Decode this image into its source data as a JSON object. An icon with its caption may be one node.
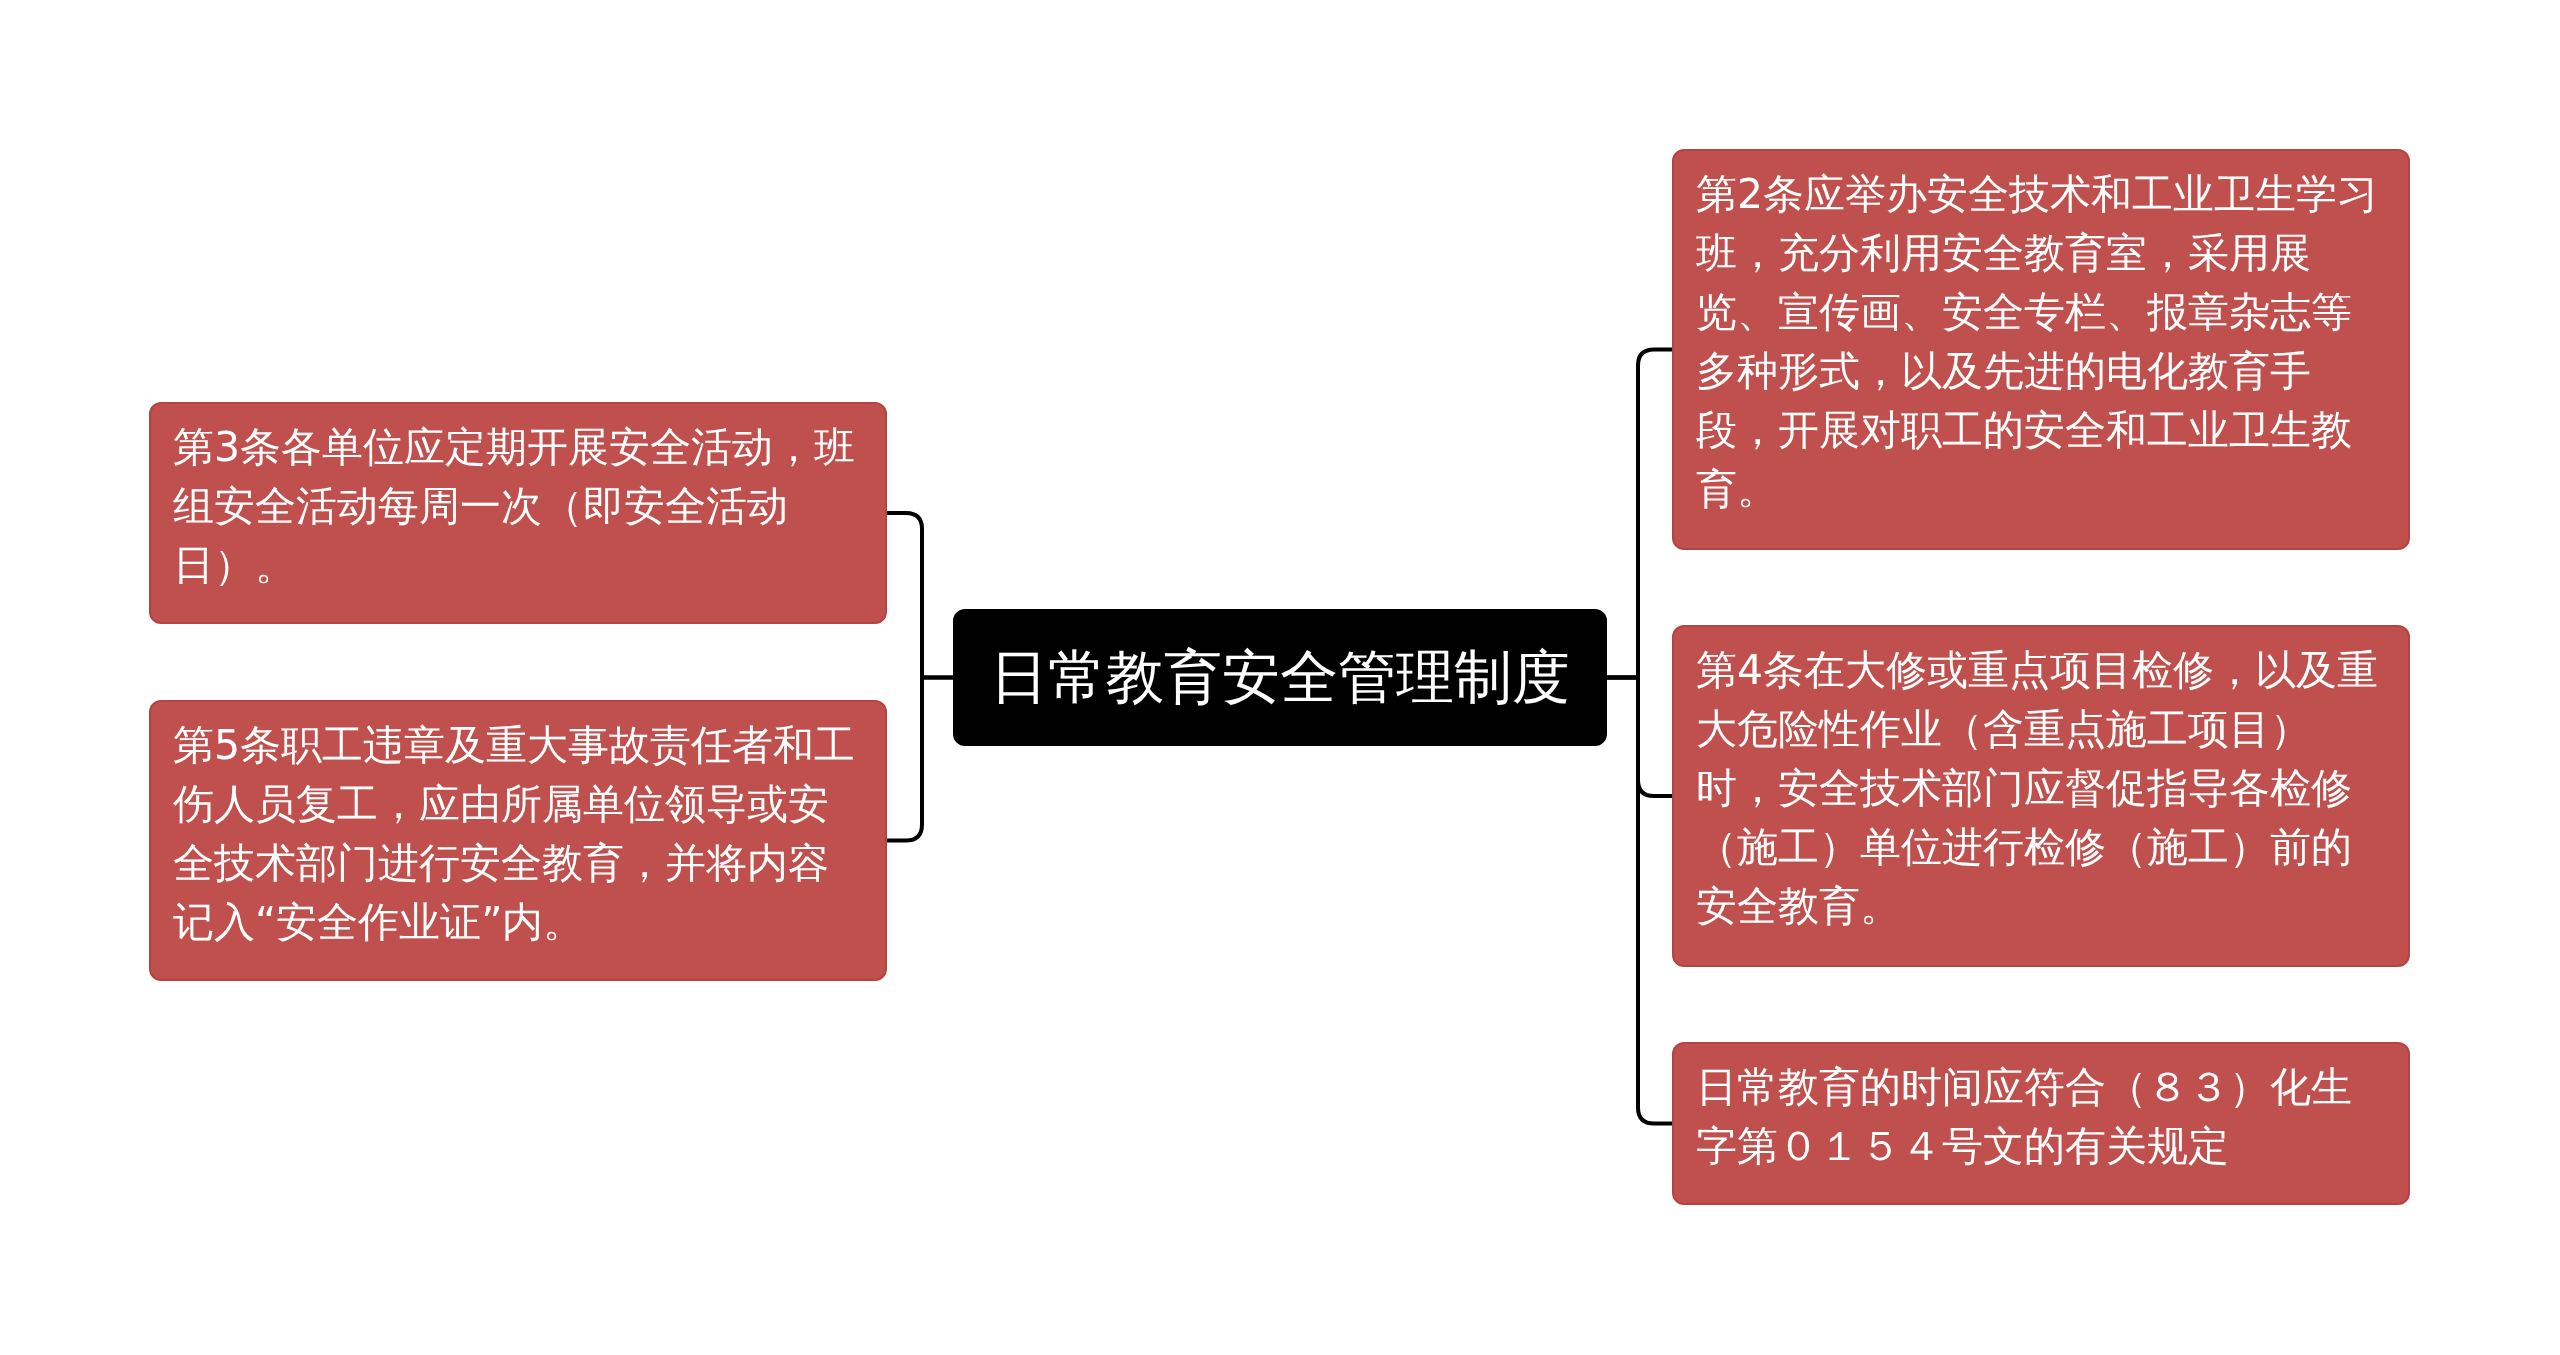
{
  "diagram": {
    "nodes": [
      {
        "text": [
          "日常教育安全管理制度"
        ]
      },
      {
        "text": [
          "第3条各单位应定期开展安全活动，班组安全活动每周一次（即安全活动日）。"
        ]
      },
      {
        "text": [
          "第5条职工违章及重大事故责任者和工伤人员复工，应由所属单位领导或安全技术部门进行安全教育，并将内容记入“安全作业证”内。"
        ]
      },
      {
        "text": [
          "第2条应举办安全技术和工业卫生学习班，充分利用安全教育室，采用展览、宣传画、安全专栏、报章杂志等多种形式，以及先进的电化教育手段，开展对职工的安全和工业卫生教育。"
        ]
      },
      {
        "text": [
          "第4条在大修或重点项目检修，以及重大危险性作业（含重点施工项目）时，安全技术部门应督促指导各检修（施工）单位进行检修（施工）前的安全教育。"
        ]
      },
      {
        "text": [
          "日常教育的时间应符合（８３）化生字第０１５４号文的有关规定"
        ]
      }
    ],
    "edges": [
      {
        "from": 0,
        "to": 1,
        "arrow": "none"
      },
      {
        "from": 0,
        "to": 2,
        "arrow": "none"
      },
      {
        "from": 0,
        "to": 3,
        "arrow": "none"
      },
      {
        "from": 0,
        "to": 4,
        "arrow": "none"
      },
      {
        "from": 0,
        "to": 5,
        "arrow": "none"
      }
    ]
  }
}
